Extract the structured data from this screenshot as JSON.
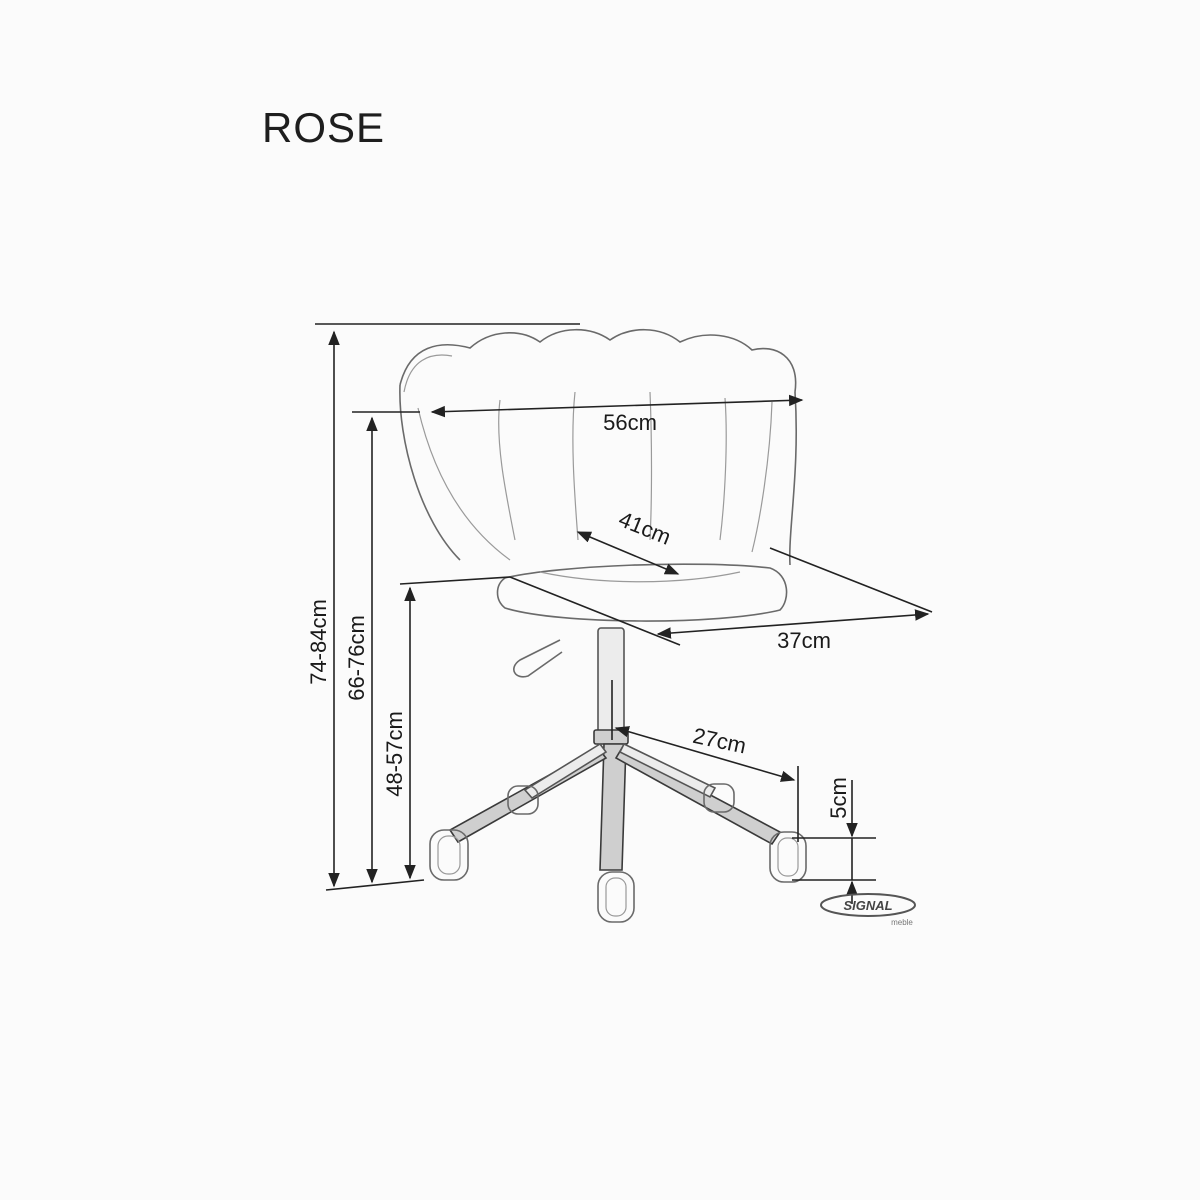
{
  "title": "ROSE",
  "dimensions": {
    "total_height": "74-84cm",
    "armrest_height": "66-76cm",
    "seat_height": "48-57cm",
    "width": "56cm",
    "seat_depth": "41cm",
    "depth": "37cm",
    "base_radius": "27cm",
    "caster_height": "5cm"
  },
  "logo": {
    "brand": "SIGNAL",
    "sub": "meble"
  }
}
